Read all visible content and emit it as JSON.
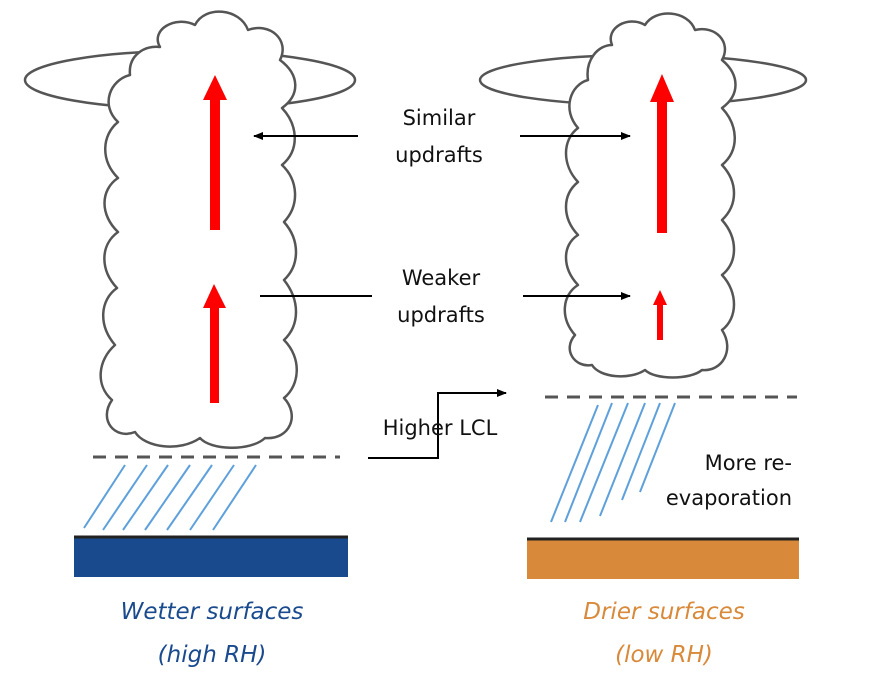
{
  "labels": {
    "similar_updrafts_line1": "Similar",
    "similar_updrafts_line2": "updrafts",
    "weaker_updrafts_line1": "Weaker",
    "weaker_updrafts_line2": "updrafts",
    "higher_lcl": "Higher LCL",
    "reevap_line1": "More re-",
    "reevap_line2": "evaporation"
  },
  "panels": [
    {
      "caption_line1": "Wetter surfaces",
      "caption_line2": "(high RH)",
      "color": "#1a4a8e"
    },
    {
      "caption_line1": "Drier surfaces",
      "caption_line2": "(low RH)",
      "color": "#d9893a"
    }
  ],
  "colors": {
    "updraft_arrow": "#ff0000",
    "rain": "#5ea0dc",
    "cloud_outline": "#555555",
    "lcl_line": "#555555",
    "pointer": "#000000"
  }
}
